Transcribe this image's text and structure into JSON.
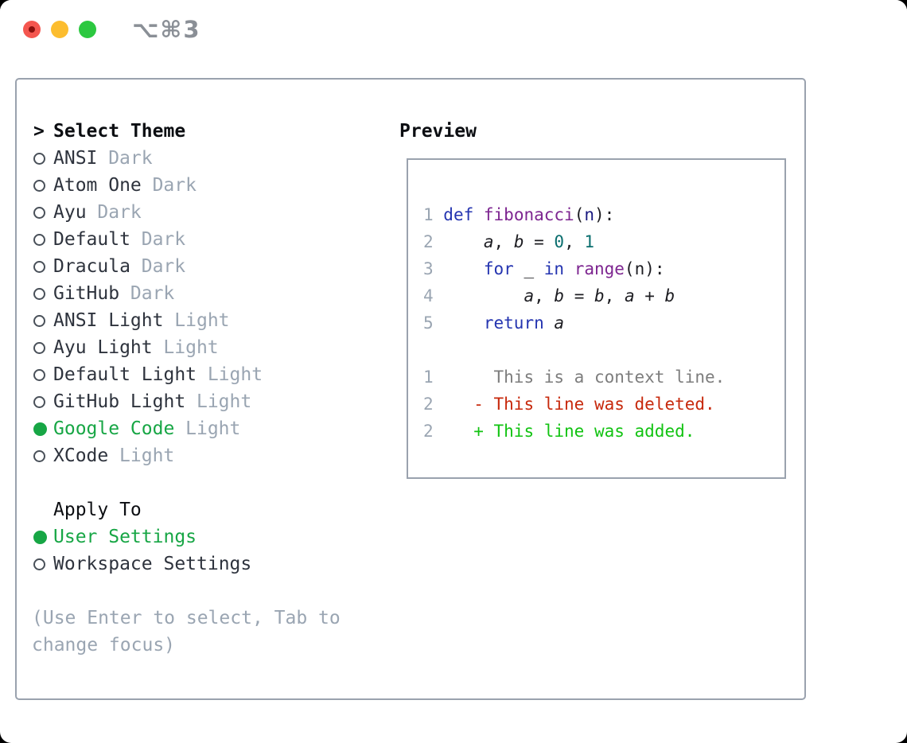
{
  "window": {
    "title": "⌥⌘3",
    "traffic_lights": [
      {
        "name": "close",
        "color": "#f4564f",
        "dot": "#8a100d"
      },
      {
        "name": "minimize",
        "color": "#fcbd2f"
      },
      {
        "name": "zoom",
        "color": "#2cc840"
      }
    ]
  },
  "theme_selector": {
    "prompt": ">",
    "header": "Select Theme",
    "items": [
      {
        "name": "ANSI",
        "variant": "Dark",
        "selected": false
      },
      {
        "name": "Atom One",
        "variant": "Dark",
        "selected": false
      },
      {
        "name": "Ayu",
        "variant": "Dark",
        "selected": false
      },
      {
        "name": "Default",
        "variant": "Dark",
        "selected": false
      },
      {
        "name": "Dracula",
        "variant": "Dark",
        "selected": false
      },
      {
        "name": "GitHub",
        "variant": "Dark",
        "selected": false
      },
      {
        "name": "ANSI Light",
        "variant": "Light",
        "selected": false
      },
      {
        "name": "Ayu Light",
        "variant": "Light",
        "selected": false
      },
      {
        "name": "Default Light",
        "variant": "Light",
        "selected": false
      },
      {
        "name": "GitHub Light",
        "variant": "Light",
        "selected": false
      },
      {
        "name": "Google Code",
        "variant": "Light",
        "selected": true
      },
      {
        "name": "XCode",
        "variant": "Light",
        "selected": false
      }
    ]
  },
  "apply_to": {
    "header": "Apply To",
    "options": [
      {
        "label": "User Settings",
        "selected": true
      },
      {
        "label": "Workspace Settings",
        "selected": false
      }
    ]
  },
  "help": {
    "line1": "(Use Enter to select, Tab to",
    "line2": "change focus)"
  },
  "preview": {
    "header": "Preview",
    "lines": [
      [
        {
          "c": "lineno",
          "t": "1 "
        },
        {
          "c": "kw",
          "t": "def"
        },
        {
          "c": "plain",
          "t": " "
        },
        {
          "c": "fn",
          "t": "fibonacci"
        },
        {
          "c": "plain",
          "t": "("
        },
        {
          "c": "param",
          "t": "n"
        },
        {
          "c": "plain",
          "t": "):"
        }
      ],
      [
        {
          "c": "lineno",
          "t": "2 "
        },
        {
          "c": "plain",
          "t": "    "
        },
        {
          "c": "var",
          "t": "a"
        },
        {
          "c": "plain",
          "t": ", "
        },
        {
          "c": "var",
          "t": "b"
        },
        {
          "c": "plain",
          "t": " = "
        },
        {
          "c": "num",
          "t": "0"
        },
        {
          "c": "plain",
          "t": ", "
        },
        {
          "c": "num",
          "t": "1"
        }
      ],
      [
        {
          "c": "lineno",
          "t": "3 "
        },
        {
          "c": "plain",
          "t": "    "
        },
        {
          "c": "kw",
          "t": "for"
        },
        {
          "c": "plain",
          "t": " _ "
        },
        {
          "c": "kw",
          "t": "in"
        },
        {
          "c": "plain",
          "t": " "
        },
        {
          "c": "fn",
          "t": "range"
        },
        {
          "c": "plain",
          "t": "(n):"
        }
      ],
      [
        {
          "c": "lineno",
          "t": "4 "
        },
        {
          "c": "plain",
          "t": "        "
        },
        {
          "c": "var",
          "t": "a"
        },
        {
          "c": "plain",
          "t": ", "
        },
        {
          "c": "var",
          "t": "b"
        },
        {
          "c": "plain",
          "t": " = "
        },
        {
          "c": "var",
          "t": "b"
        },
        {
          "c": "plain",
          "t": ", "
        },
        {
          "c": "var",
          "t": "a"
        },
        {
          "c": "plain",
          "t": " + "
        },
        {
          "c": "var",
          "t": "b"
        }
      ],
      [
        {
          "c": "lineno",
          "t": "5 "
        },
        {
          "c": "plain",
          "t": "    "
        },
        {
          "c": "kw",
          "t": "return"
        },
        {
          "c": "plain",
          "t": " "
        },
        {
          "c": "var",
          "t": "a"
        }
      ],
      [],
      [
        {
          "c": "lineno",
          "t": "1"
        },
        {
          "c": "ctx",
          "t": "      This is a context line."
        }
      ],
      [
        {
          "c": "lineno",
          "t": "2"
        },
        {
          "c": "del",
          "t": "    - This line was deleted."
        }
      ],
      [
        {
          "c": "lineno",
          "t": "2"
        },
        {
          "c": "add",
          "t": "    + This line was added."
        }
      ]
    ]
  },
  "colors": {
    "accent_green": "#17a645",
    "added_green": "#12c312",
    "deleted_red": "#c7290c",
    "context_gray": "#7d7d7d",
    "keyword_blue": "#2434b0",
    "function_purple": "#7d2590",
    "number_teal": "#0a6e6e",
    "param_navy": "#1a1a80",
    "code_plain": "#1d1d22",
    "line_number_gray": "#9aa5b2",
    "muted_gray": "#9aa5b2",
    "panel_border": "#9aa2ae"
  }
}
